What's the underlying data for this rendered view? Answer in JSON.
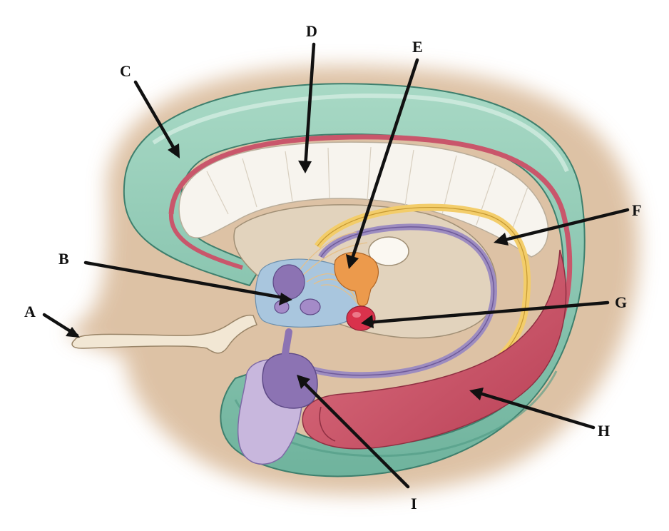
{
  "labels": {
    "a": "A",
    "b": "B",
    "c": "C",
    "d": "D",
    "e": "E",
    "f": "F",
    "g": "G",
    "h": "H",
    "i": "I"
  },
  "colors": {
    "background": "#ffffff",
    "halo": "#d8b896",
    "cortex_green": "#8fcbb4",
    "cortex_green_dark": "#5fa892",
    "fiber_white": "#f7f4ee",
    "red_band": "#c9566b",
    "yellow_band": "#f3cd6a",
    "purple_band": "#9d8cc0",
    "tan_core": "#e2d3bd",
    "light_blue": "#a9c6de",
    "orange": "#ec9a4c",
    "pink_red": "#d9324c",
    "purple_body": "#8c73b3",
    "lavender": "#c8b7dd",
    "arrow": "#111111"
  }
}
